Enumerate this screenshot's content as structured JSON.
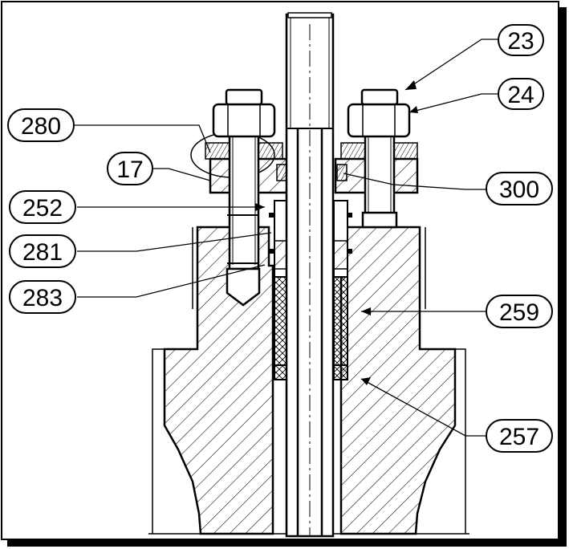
{
  "callouts": {
    "c23": "23",
    "c24": "24",
    "c280": "280",
    "c17": "17",
    "c300": "300",
    "c252": "252",
    "c281": "281",
    "c283": "283",
    "c259": "259",
    "c257": "257"
  },
  "colors": {
    "line": "#000000",
    "background": "#ffffff",
    "frame_shadow": "#000000"
  }
}
